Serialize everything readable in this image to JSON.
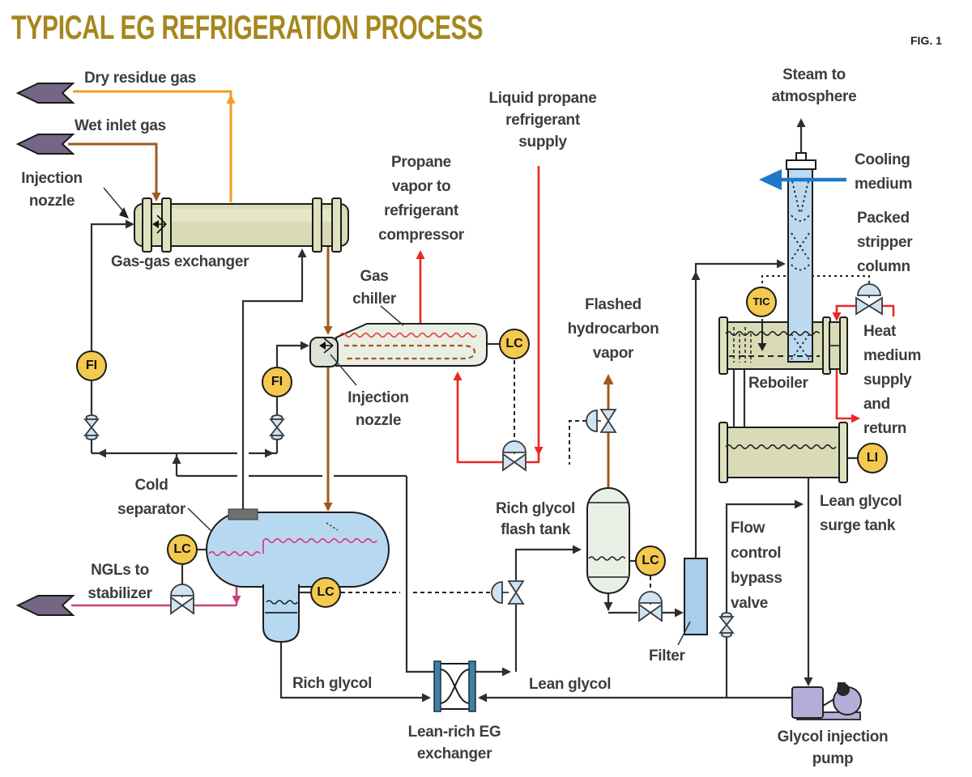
{
  "title": "TYPICAL EG REFRIGERATION PROCESS",
  "figure_label": "FIG. 1",
  "labels": {
    "dry_residue_gas": "Dry residue gas",
    "wet_inlet_gas": "Wet inlet gas",
    "injection_nozzle_exchanger": "Injection\nnozzle",
    "gas_gas_exchanger": "Gas-gas exchanger",
    "gas_chiller": "Gas\nchiller",
    "propane_vapor_to_compressor": "Propane\nvapor to\nrefrigerant\ncompressor",
    "liquid_propane_supply": "Liquid propane\nrefrigerant\nsupply",
    "injection_nozzle_chiller": "Injection\nnozzle",
    "flashed_hydrocarbon_vapor": "Flashed\nhydrocarbon\nvapor",
    "cold_separator": "Cold\nseparator",
    "ngls_to_stabilizer": "NGLs to\nstabilizer",
    "rich_glycol_flash_tank": "Rich glycol\nflash tank",
    "rich_glycol": "Rich glycol",
    "lean_rich_eg_exchanger": "Lean-rich EG\nexchanger",
    "lean_glycol": "Lean glycol",
    "filter": "Filter",
    "flow_control_bypass_valve": "Flow\ncontrol\nbypass\nvalve",
    "lean_glycol_surge_tank": "Lean glycol\nsurge tank",
    "glycol_injection_pump": "Glycol injection\npump",
    "steam_to_atmosphere": "Steam to\natmosphere",
    "cooling_medium": "Cooling\nmedium",
    "packed_stripper_column": "Packed\nstripper\ncolumn",
    "reboiler": "Reboiler",
    "heat_medium_supply_return": "Heat\nmedium\nsupply\nand\nreturn"
  },
  "instruments": {
    "fi_exchanger": "FI",
    "fi_chiller": "FI",
    "lc_chiller": "LC",
    "lc_separator": "LC",
    "lc_separator_boot": "LC",
    "lc_flash_tank": "LC",
    "tic_reboiler": "TIC",
    "li_surge_tank": "LI"
  },
  "colors": {
    "title_gold": "#a6871d",
    "label_gray": "#3d3d3d",
    "pipe_black": "#2e2e2e",
    "gas_orange": "#f49d21",
    "wet_gas_brown": "#a2591c",
    "refrigerant_red": "#ec2723",
    "ngl_pink": "#c9407a",
    "cooling_blue": "#1e78c8",
    "vessel_olive": "#d8dbb5",
    "vessel_blue": "#b7d8f1",
    "vessel_pale_green": "#e9efe4",
    "instrument_yellow": "#f3c94f",
    "chevron_purple": "#756686",
    "pump_lavender": "#b5aed8",
    "exchanger_teal": "#3f80a4",
    "valve_blue": "#cfe3f2"
  }
}
